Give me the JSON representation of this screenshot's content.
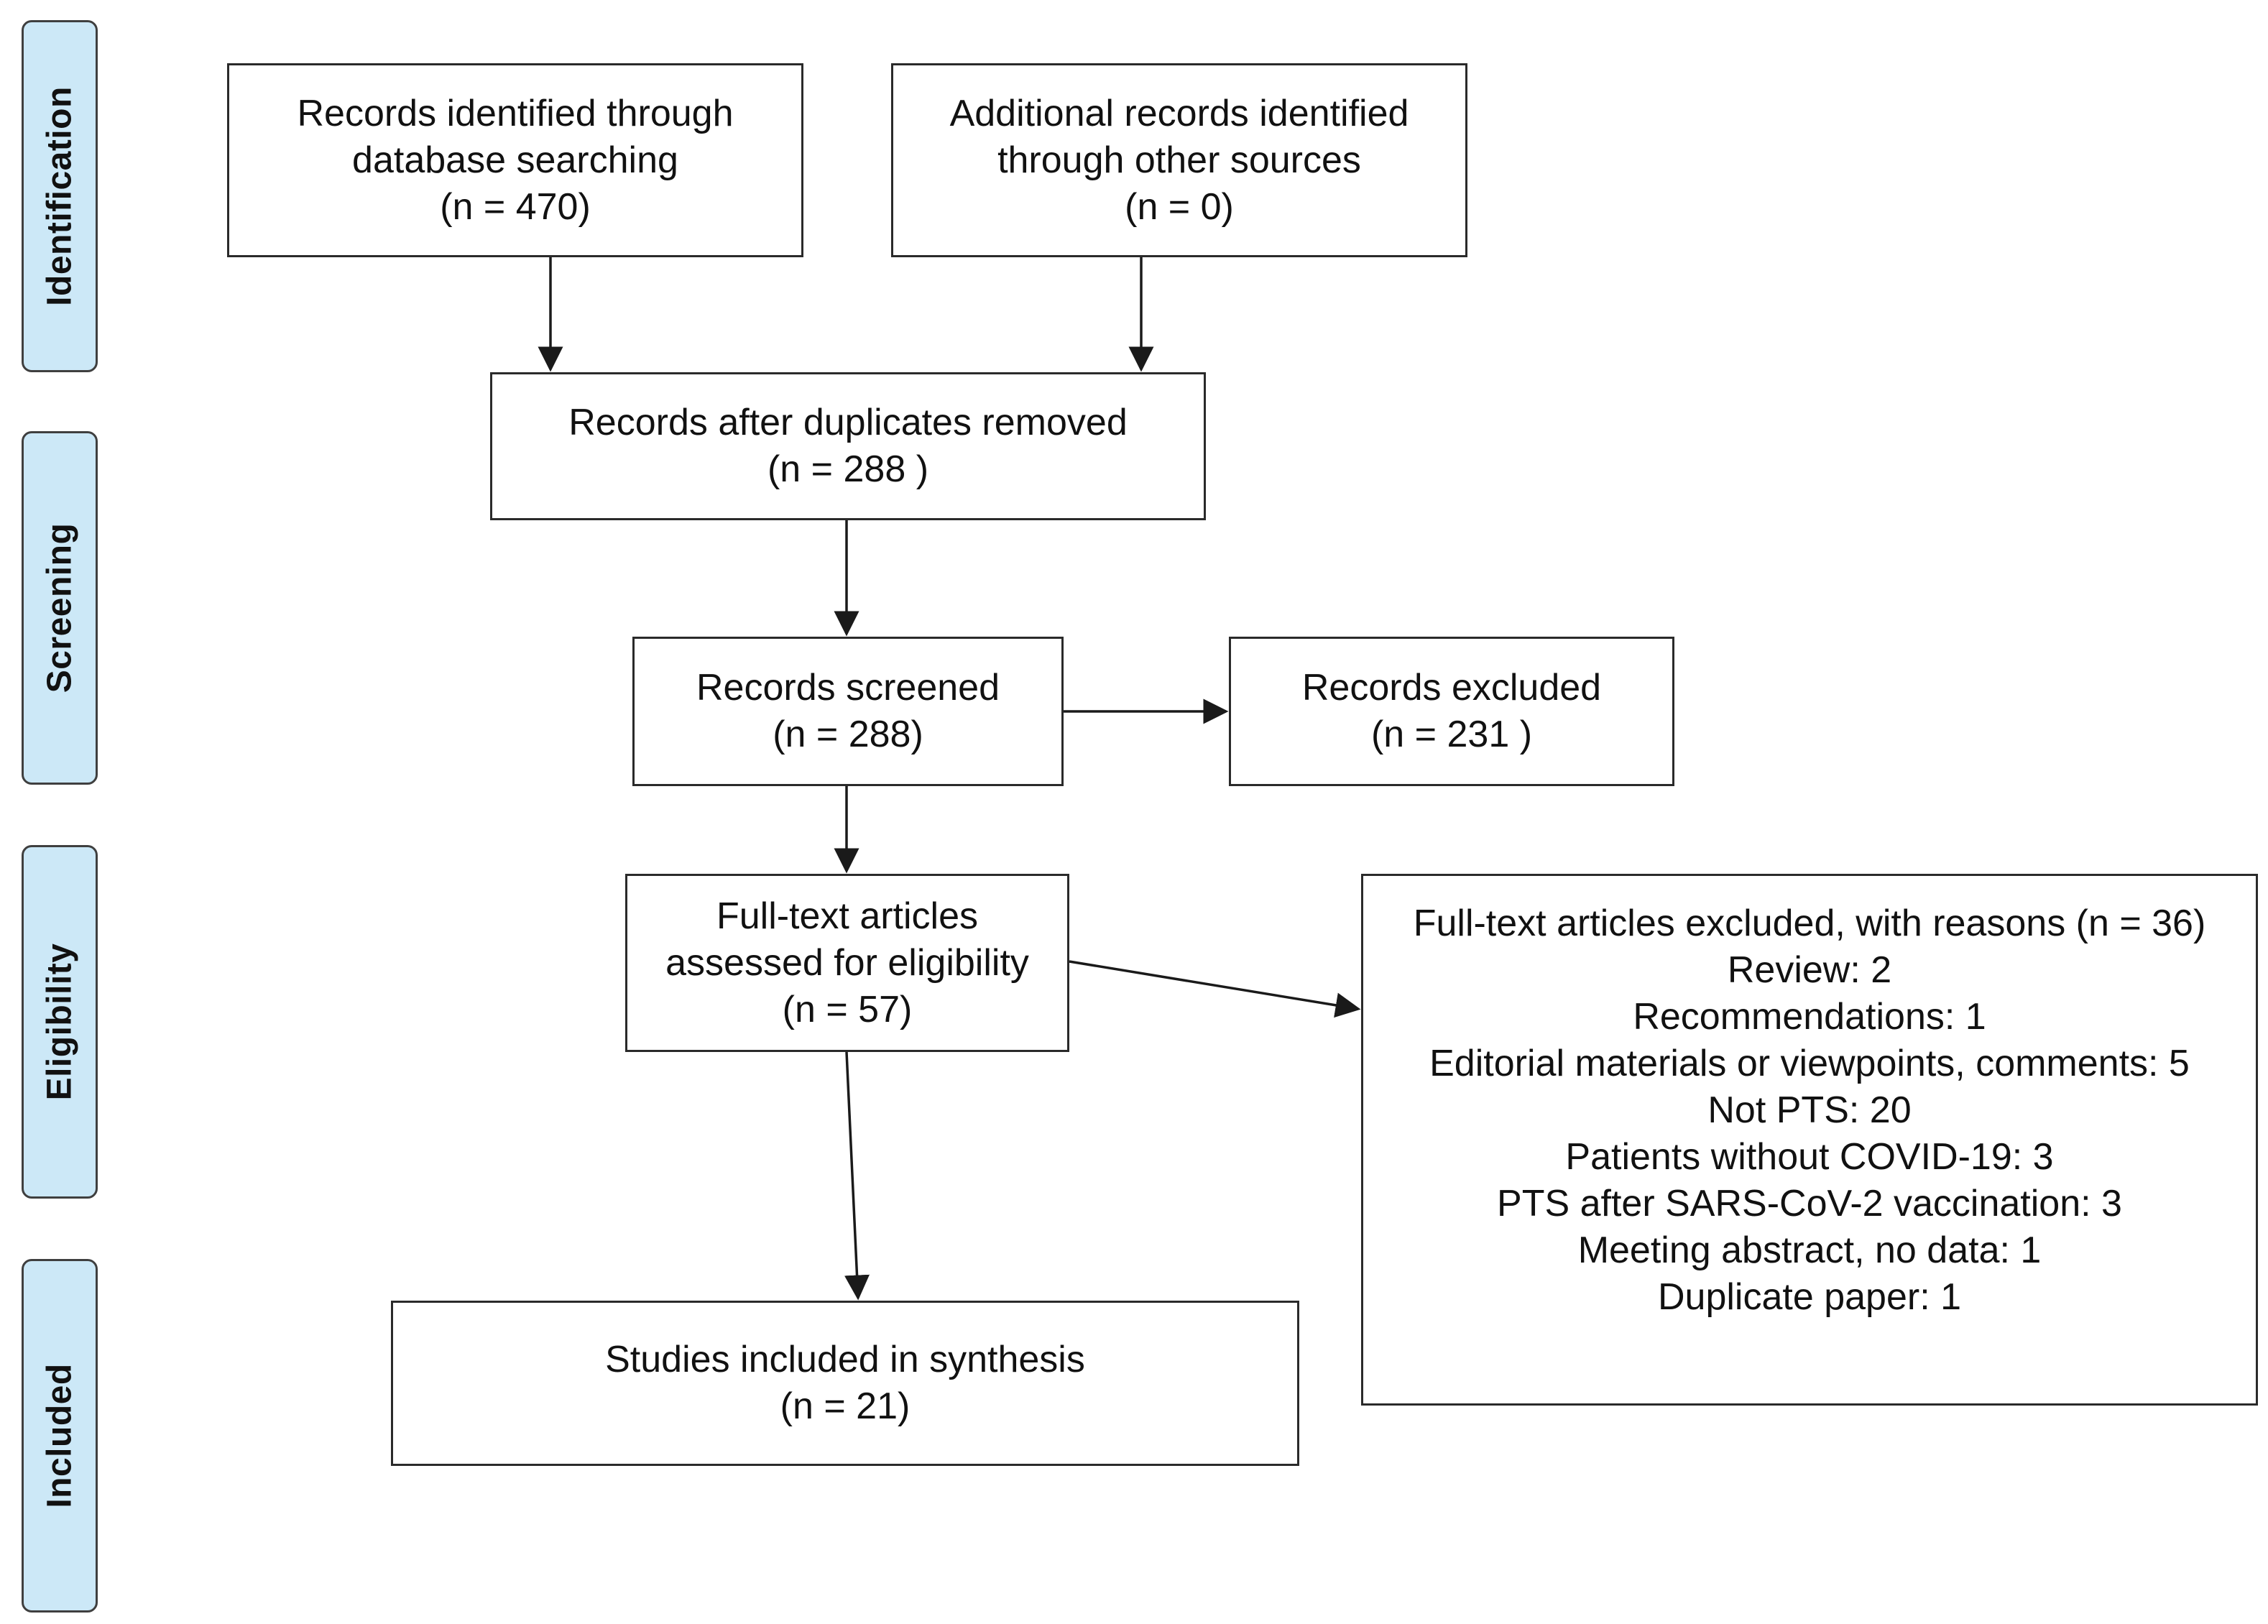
{
  "phases": {
    "identification": "Identification",
    "screening": "Screening",
    "eligibility": "Eligibility",
    "included": "Included"
  },
  "boxes": {
    "database": [
      "Records identified through",
      "database searching",
      "(n = 470)"
    ],
    "other_sources": [
      "Additional records identified",
      "through  other sources",
      "(n = 0)"
    ],
    "duplicates_removed": [
      "Records after duplicates removed",
      "(n = 288 )"
    ],
    "screened": [
      "Records screened",
      "(n = 288)"
    ],
    "excluded": [
      "Records excluded",
      "(n = 231 )"
    ],
    "fulltext": [
      "Full-text  articles",
      "assessed for eligibility",
      "(n = 57)"
    ],
    "fulltext_excluded": [
      "Full-text  articles excluded,  with reasons (n = 36)",
      "Review:  2",
      "Recommendations:  1",
      "Editorial materials or viewpoints, comments:  5",
      "Not PTS: 20",
      "Patients without  COVID-19: 3",
      "PTS after SARS-CoV-2 vaccination:  3",
      "Meeting abstract, no data: 1",
      "Duplicate paper: 1"
    ],
    "included": [
      "Studies included in synthesis",
      "(n = 21)"
    ]
  }
}
